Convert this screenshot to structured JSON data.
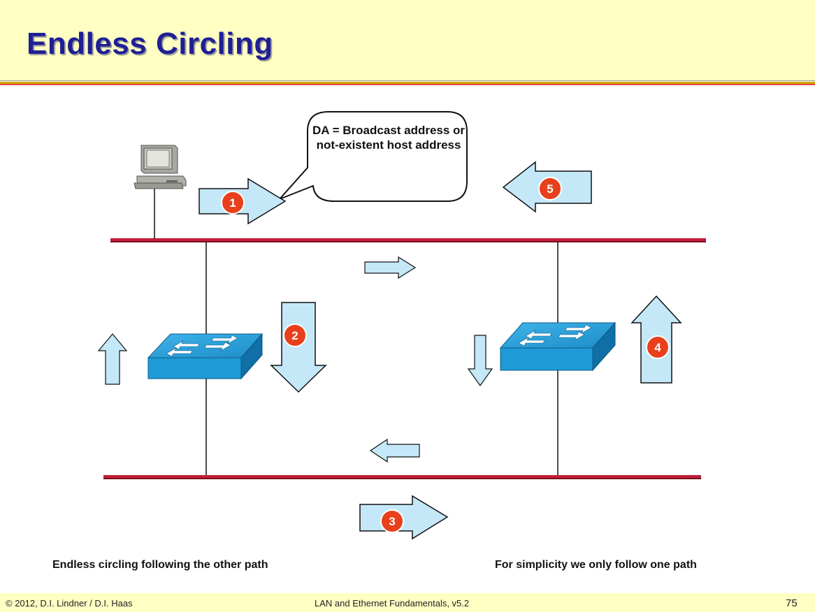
{
  "slide": {
    "title": "Endless Circling"
  },
  "callout": {
    "text": "DA = Broadcast address or not-existent host address"
  },
  "steps": [
    {
      "label": "1"
    },
    {
      "label": "2"
    },
    {
      "label": "3"
    },
    {
      "label": "4"
    },
    {
      "label": "5"
    }
  ],
  "captions": {
    "left": "Endless circling following the other path",
    "right": "For simplicity we only follow one path"
  },
  "footer": {
    "copyright": "© 2012, D.I. Lindner / D.I. Haas",
    "course": "LAN and Ethernet Fundamentals, v5.2",
    "page": "75"
  },
  "colors": {
    "title_bg": "#ffffc4",
    "title_text": "#1f1f96",
    "lan_line": "#c41e3a",
    "arrow_fill": "#c4e8f8",
    "badge": "#e8401c",
    "switch": "#1e9ad6"
  },
  "icons": [
    "pc-icon",
    "switch-icon",
    "arrow-icon"
  ]
}
